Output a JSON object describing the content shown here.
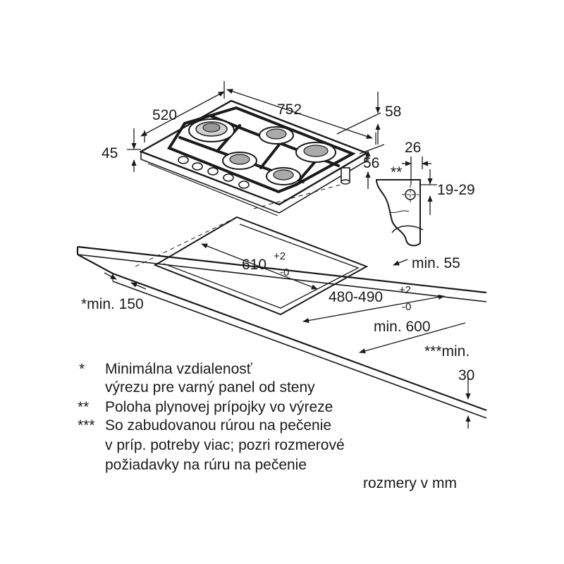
{
  "dimensions": {
    "depth": "520",
    "width": "752",
    "height_top": "58",
    "height_front": "45",
    "gas_offset_h": "56",
    "gas_offset_w": "26",
    "gas_marker": "**",
    "gas_height": "19-29",
    "cutout_width": "610",
    "cutout_width_tol_plus": "+2",
    "cutout_width_tol_minus": "-0",
    "cutout_depth": "480-490",
    "cutout_depth_tol_plus": "+2",
    "cutout_depth_tol_minus": "-0",
    "min_wall": "*min. 150",
    "min_worktop_thickness": "min. 55",
    "min_worktop_depth": "min. 600",
    "min_oven_label": "***min.",
    "min_oven_value": "30"
  },
  "notes": [
    {
      "marker": "*",
      "lines": [
        "Minimálna vzdialenosť",
        "výrezu pre varný panel od steny"
      ]
    },
    {
      "marker": "**",
      "lines": [
        "Poloha plynovej prípojky vo výreze"
      ]
    },
    {
      "marker": "***",
      "lines": [
        "So zabudovanou rúrou na pečenie",
        "v príp. potreby viac; pozri rozmerové",
        "požiadavky na rúru na pečenie"
      ]
    }
  ],
  "units_note": "rozmery v mm"
}
